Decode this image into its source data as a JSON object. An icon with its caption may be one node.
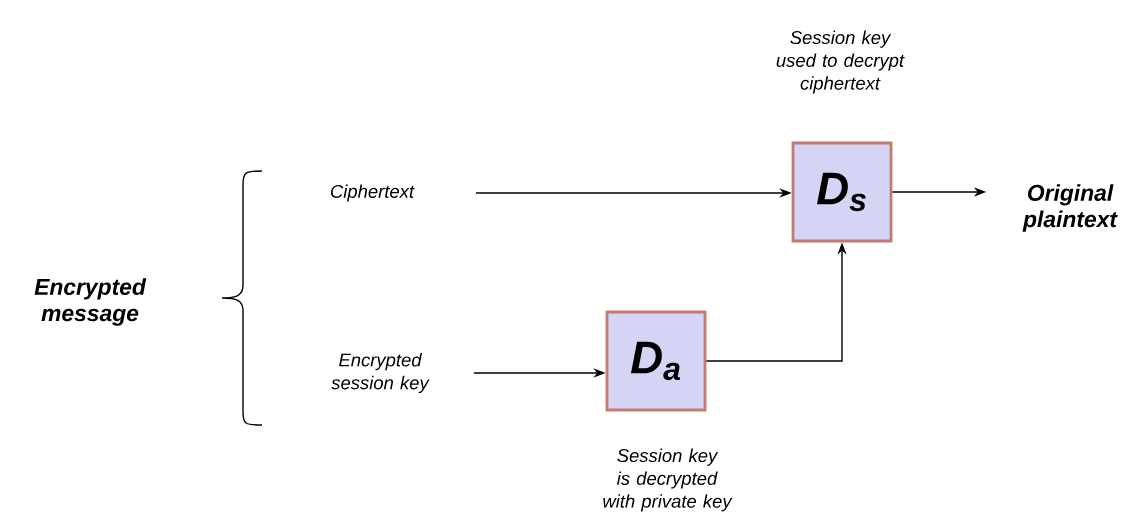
{
  "diagram": {
    "nodes": [
      {
        "text": [
          "Ciphertext"
        ]
      },
      {
        "text": [
          "Encrypted session key"
        ]
      },
      {
        "text": [
          "D$_{a}$"
        ],
        "beside": [
          "Session key is decrypted with private key"
        ]
      },
      {
        "text": [
          "D$_{s}$"
        ],
        "beside": [
          "Session key used to decrypt ciphertext"
        ]
      },
      {
        "text": [
          "Original plaintext"
        ]
      }
    ],
    "edges": [
      {
        "from": 0,
        "to": 3,
        "arrow": "to"
      },
      {
        "from": 1,
        "to": 2,
        "arrow": "to"
      },
      {
        "from": 2,
        "to": 3,
        "arrow": "to"
      },
      {
        "from": 3,
        "to": 4,
        "arrow": "to"
      }
    ],
    "labels": [
      "Encrypted message"
    ]
  }
}
